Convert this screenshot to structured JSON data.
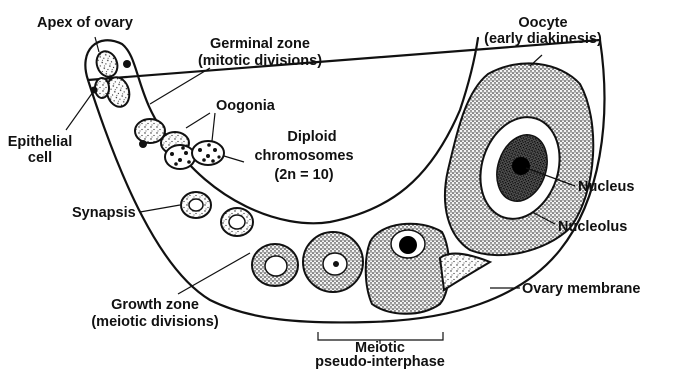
{
  "labels": {
    "apex": "Apex of ovary",
    "germinal_line1": "Germinal zone",
    "germinal_line2": "(mitotic divisions)",
    "oogonia": "Oogonia",
    "epithelial_line1": "Epithelial",
    "epithelial_line2": "cell",
    "diploid_line1": "Diploid",
    "diploid_line2": "chromosomes",
    "diploid_line3": "(2n = 10)",
    "synapsis": "Synapsis",
    "growth_line1": "Growth zone",
    "growth_line2": "(meiotic divisions)",
    "meiotic_line1": "Meiotic",
    "meiotic_line2": "pseudo-interphase",
    "oocyte_line1": "Oocyte",
    "oocyte_line2": "(early diakinesis)",
    "nucleus": "Nucleus",
    "nucleolus": "Nucleolus",
    "ovary_membrane": "Ovary membrane"
  }
}
